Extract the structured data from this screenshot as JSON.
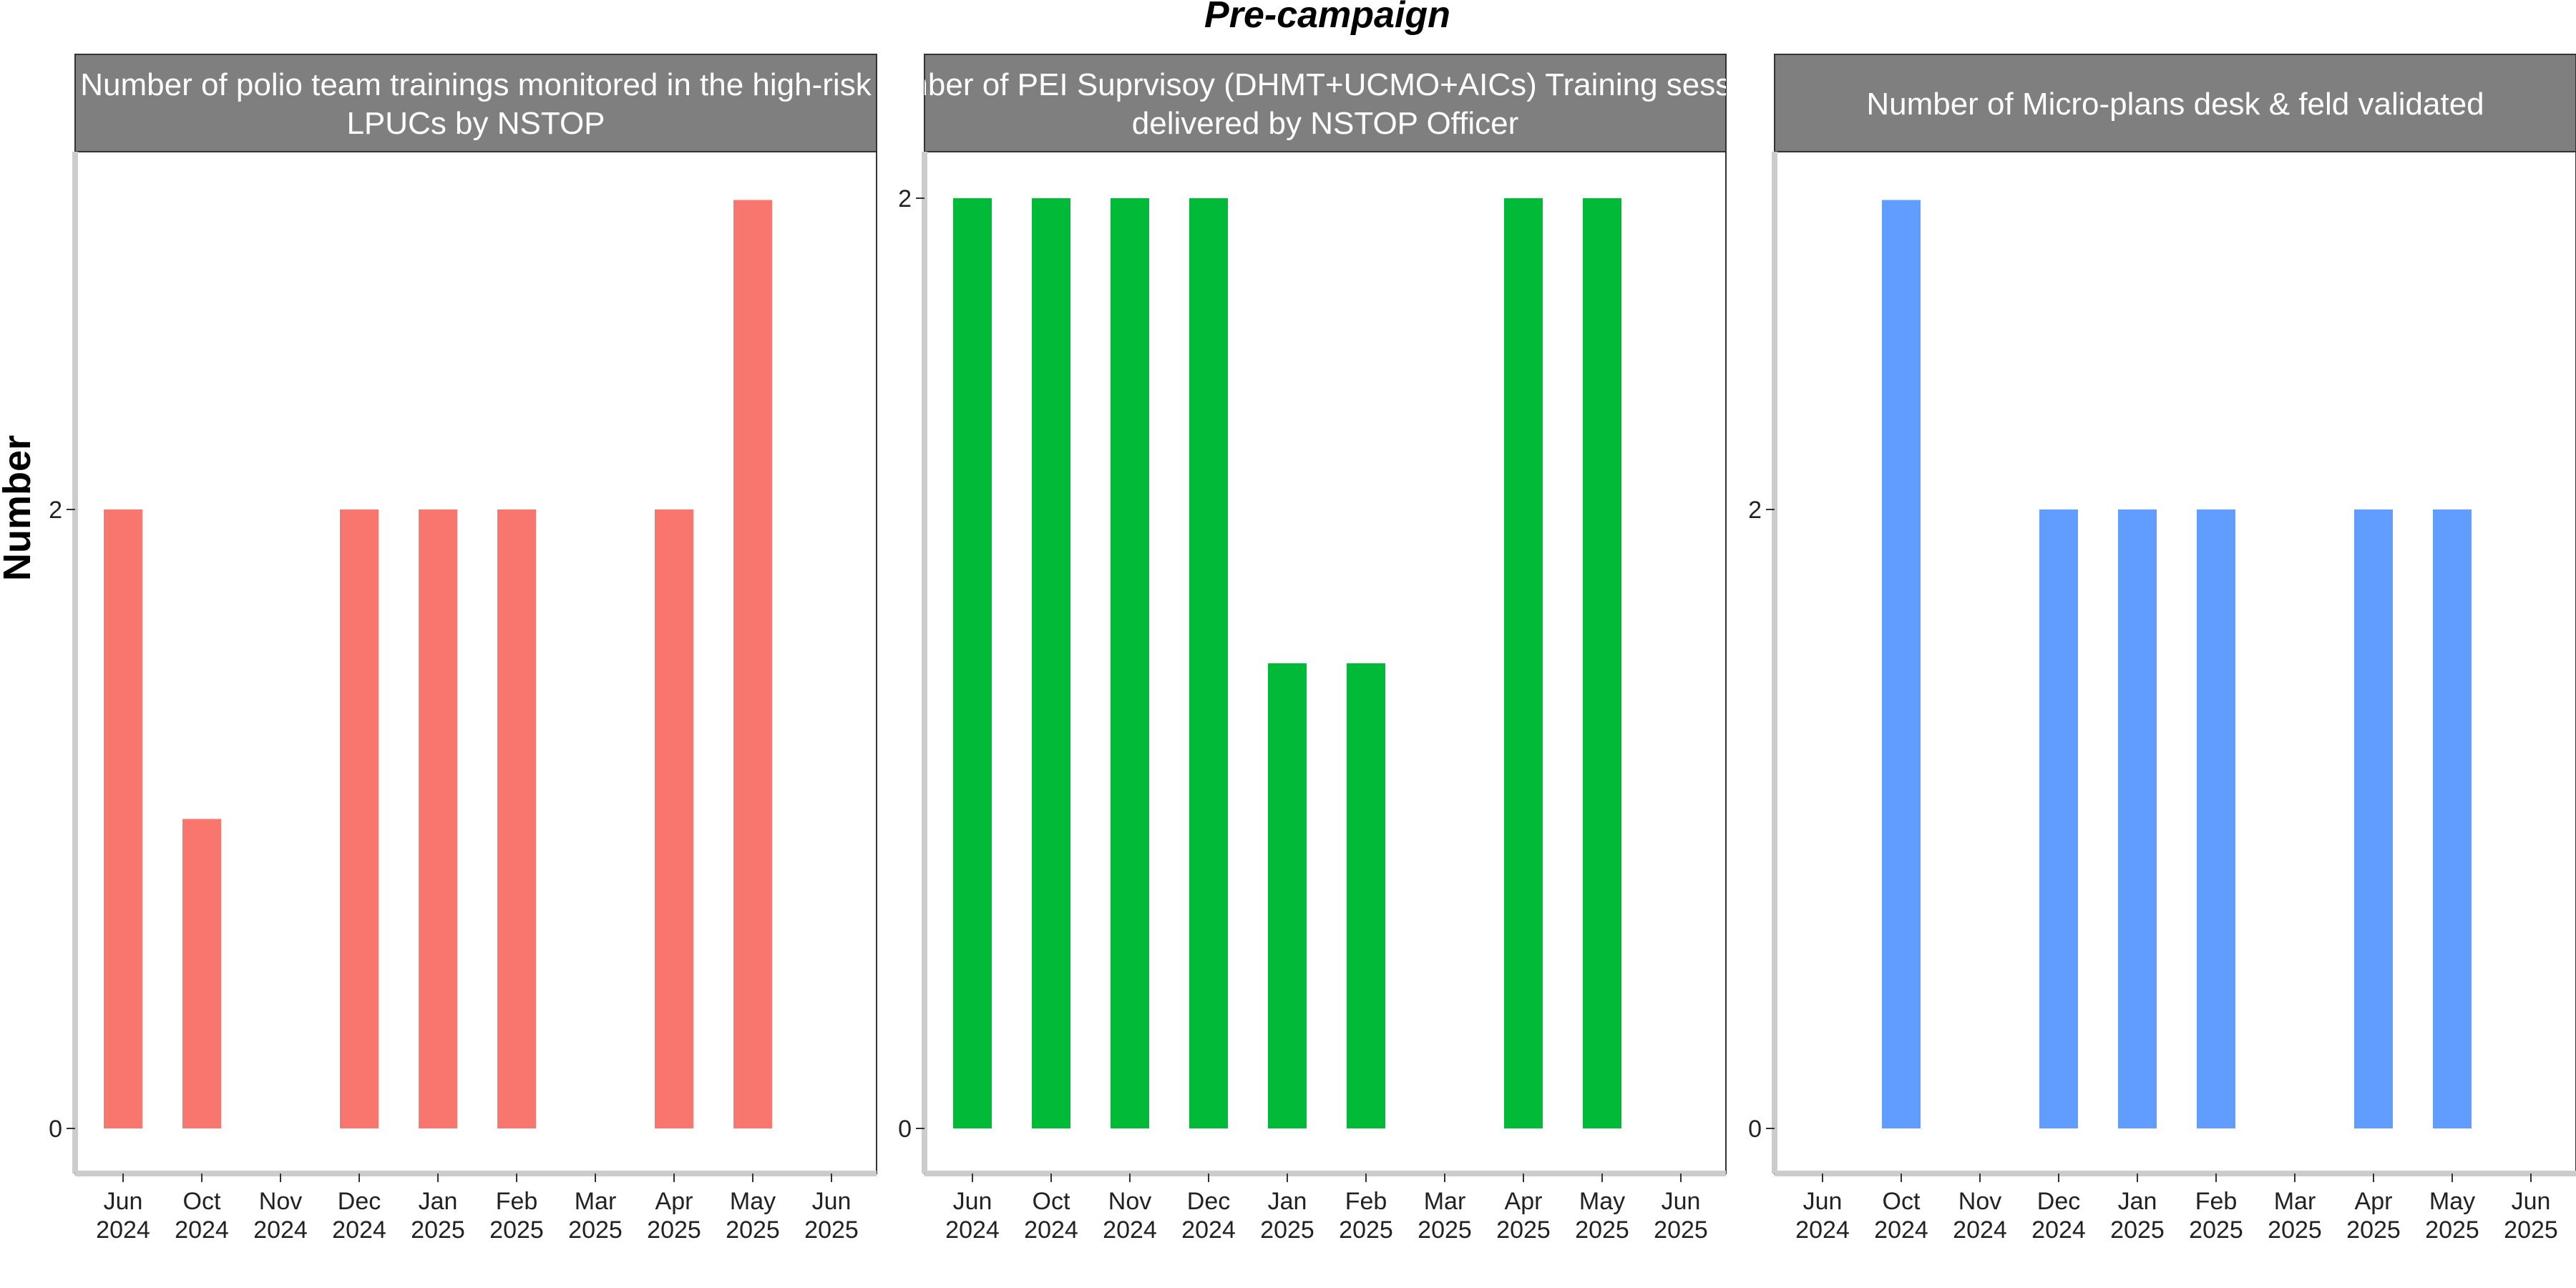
{
  "chart_data": {
    "type": "bar",
    "title": "Pre-campaign",
    "ylabel": "Number",
    "xlabel": "",
    "x_ticks": [
      "Jun\n2024",
      "Oct\n2024",
      "Nov\n2024",
      "Dec\n2024",
      "Jan\n2025",
      "Feb\n2025",
      "Mar\n2025",
      "Apr\n2025",
      "May\n2025",
      "Jun\n2025"
    ],
    "y_ticks": [
      "0",
      "2"
    ],
    "grid": false,
    "legend": "none",
    "panels": [
      {
        "strip_title": [
          "Number of polio team trainings monitored in the high-risk",
          "LPUCs by NSTOP"
        ],
        "color": "#F8766D",
        "ylim": [
          0,
          3.2
        ],
        "y_tick_values": [
          0,
          2
        ],
        "values": [
          2,
          1,
          0,
          2,
          2,
          2,
          0,
          2,
          3,
          0
        ]
      },
      {
        "strip_title": [
          "Number of PEI Suprvisoy (DHMT+UCMO+AICs) Training sessions",
          "delivered by NSTOP Officer"
        ],
        "color": "#00BA38",
        "ylim": [
          0,
          2.1
        ],
        "y_tick_values": [
          0,
          2
        ],
        "values": [
          2,
          2,
          2,
          2,
          1,
          1,
          0,
          2,
          2,
          0
        ]
      },
      {
        "strip_title": [
          "Number of Micro-plans desk & feld validated"
        ],
        "color": "#619CFF",
        "ylim": [
          0,
          3.2
        ],
        "y_tick_values": [
          0,
          2
        ],
        "values": [
          0,
          3,
          0,
          2,
          2,
          2,
          0,
          2,
          2,
          0
        ]
      }
    ]
  }
}
